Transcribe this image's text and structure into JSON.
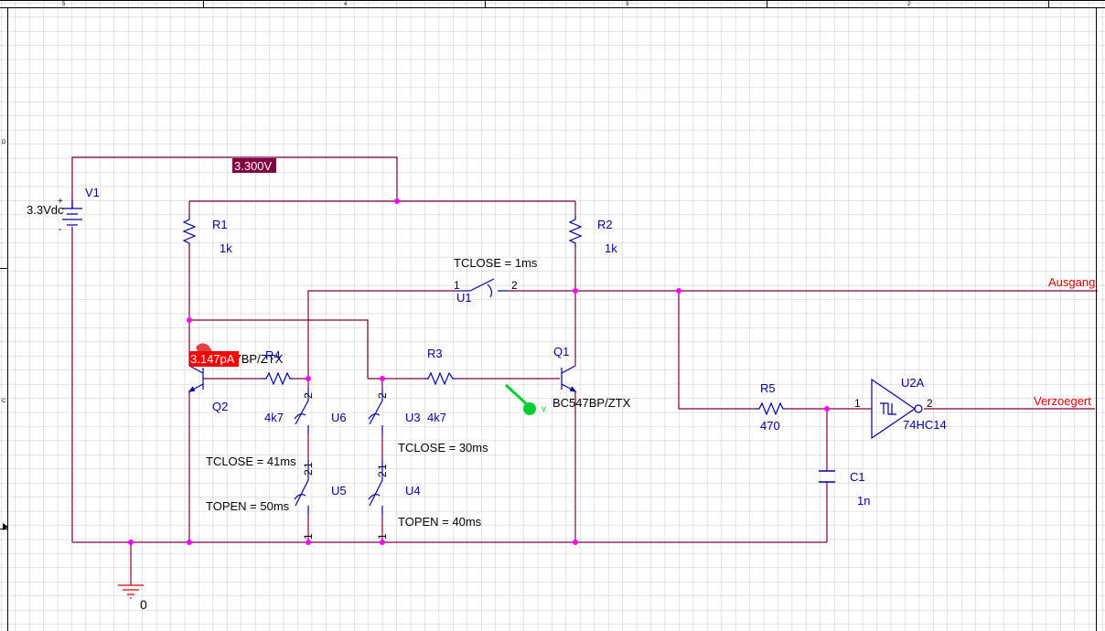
{
  "border": {
    "top_zones": [
      "5",
      "4",
      "3",
      "2"
    ],
    "left_zones": [
      "D",
      "C"
    ]
  },
  "annotations": {
    "voltage_probe": "3.300V",
    "current_probe": "3.147pA"
  },
  "parts": {
    "V1": {
      "ref": "V1",
      "value": "3.3Vdc",
      "plus": "+",
      "minus": "-"
    },
    "R1": {
      "ref": "R1",
      "value": "1k"
    },
    "R2": {
      "ref": "R2",
      "value": "1k"
    },
    "R3": {
      "ref": "R3",
      "value": "4k7"
    },
    "R4": {
      "ref": "R4",
      "value": "4k7"
    },
    "R5": {
      "ref": "R5",
      "value": "470"
    },
    "C1": {
      "ref": "C1",
      "value": "1n"
    },
    "Q1": {
      "ref": "Q1",
      "value": "BC547BP/ZTX"
    },
    "Q2": {
      "ref": "Q2",
      "value": "BC547BP/ZTX"
    },
    "U1": {
      "ref": "U1",
      "param": "TCLOSE = 1ms",
      "pin1": "1",
      "pin2": "2"
    },
    "U3": {
      "ref": "U3",
      "param": "TCLOSE = 30ms",
      "pin1": "1",
      "pin2": "2"
    },
    "U4": {
      "ref": "U4",
      "param": "TOPEN = 40ms",
      "pin1": "1",
      "pin2": "2"
    },
    "U5": {
      "ref": "U5",
      "param": "TOPEN = 50ms",
      "pin1": "1",
      "pin2": "2"
    },
    "U6": {
      "ref": "U6",
      "param": "TCLOSE = 41ms",
      "pin1": "1",
      "pin2": "2"
    },
    "U2A": {
      "ref": "U2A",
      "value": "74HC14",
      "pin1": "1",
      "pin2": "2"
    },
    "GND": {
      "label": "0"
    }
  },
  "nets": {
    "ausgang": "Ausgang",
    "verzoegert": "Verzoegert"
  },
  "colors": {
    "wire": "#800040",
    "part": "#0000a0",
    "text": "#000000",
    "net_label": "#e00000",
    "junction": "#ff00ff",
    "grid": "#c8c8c8",
    "probe_v_bg": "#800040",
    "probe_i_bg": "#ff0000",
    "marker": "#00cc33"
  }
}
